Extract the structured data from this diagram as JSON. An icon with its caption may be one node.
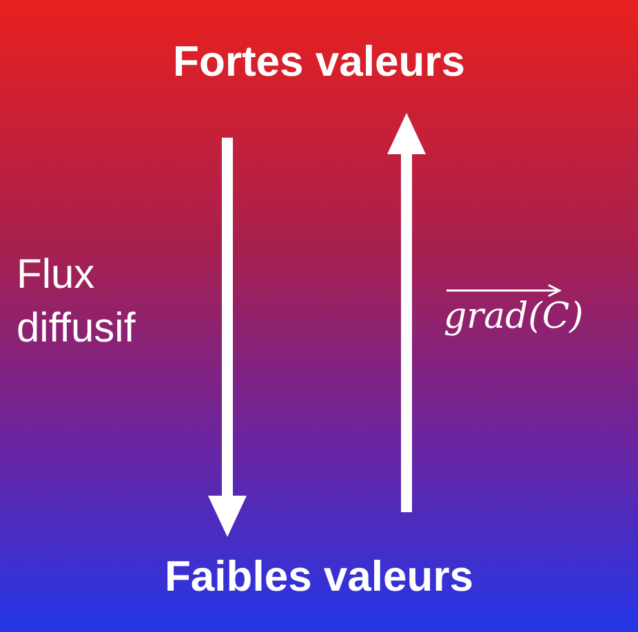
{
  "diagram": {
    "nodes": [
      {
        "text": [
          "Fortes valeurs"
        ]
      },
      {
        "text": [
          "Faibles valeurs"
        ]
      }
    ],
    "edges": [
      {
        "from": 0,
        "to": 1,
        "arrow": "to",
        "label": "Flux diffusif"
      },
      {
        "from": 1,
        "to": 0,
        "arrow": "to",
        "label": "grad(C)"
      }
    ]
  }
}
